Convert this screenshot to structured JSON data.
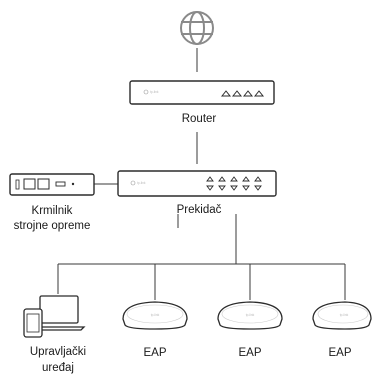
{
  "nodes": {
    "internet": {
      "icon": "globe-icon"
    },
    "router": {
      "label": "Router",
      "brand": "tp-link",
      "icon": "router-icon"
    },
    "controller": {
      "label_line1": "Krmilnik",
      "label_line2": "strojne opreme",
      "icon": "hardware-controller-icon"
    },
    "switch": {
      "label": "Prekidač",
      "brand": "tp-link",
      "icon": "switch-icon"
    },
    "management": {
      "label_line1": "Upravljački",
      "label_line2": "uređaj",
      "icon": "laptop-phone-icon"
    },
    "eaps": [
      {
        "label": "EAP",
        "brand": "tp-link",
        "icon": "access-point-icon"
      },
      {
        "label": "EAP",
        "brand": "tp-link",
        "icon": "access-point-icon"
      },
      {
        "label": "EAP",
        "brand": "tp-link",
        "icon": "access-point-icon"
      }
    ]
  },
  "colors": {
    "line": "#3a3a3a",
    "device_fill": "#ffffff",
    "device_stroke": "#2b2b2b",
    "globe": "#8a8a8a"
  }
}
